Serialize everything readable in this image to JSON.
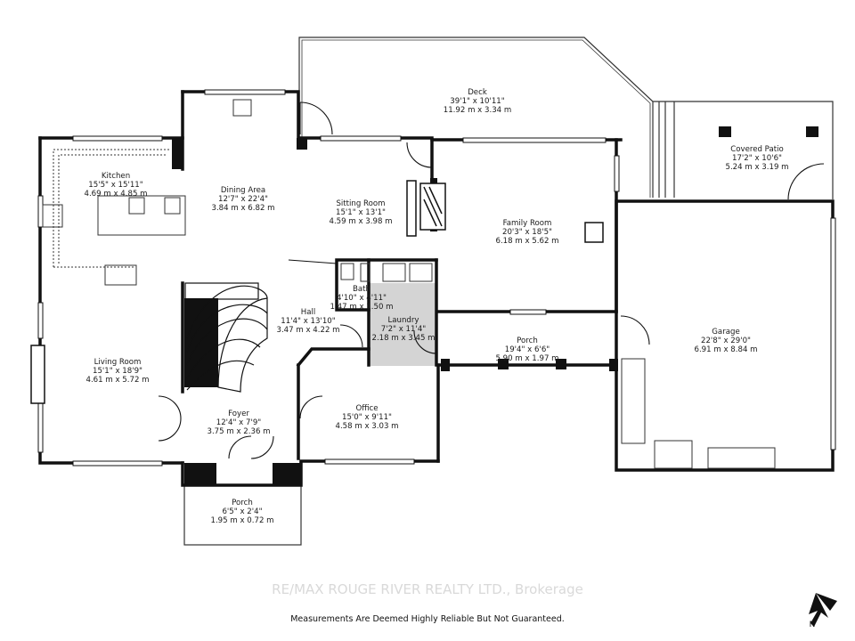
{
  "rooms": {
    "deck": {
      "name": "Deck",
      "imperial": "39'1\" x 10'11\"",
      "metric": "11.92 m x 3.34 m"
    },
    "covered_patio": {
      "name": "Covered Patio",
      "imperial": "17'2\" x 10'6\"",
      "metric": "5.24 m x 3.19 m"
    },
    "kitchen": {
      "name": "Kitchen",
      "imperial": "15'5\" x 15'11\"",
      "metric": "4.69 m x 4.85 m"
    },
    "dining_area": {
      "name": "Dining Area",
      "imperial": "12'7\" x 22'4\"",
      "metric": "3.84 m x 6.82 m"
    },
    "sitting_room": {
      "name": "Sitting Room",
      "imperial": "15'1\" x 13'1\"",
      "metric": "4.59 m x 3.98 m"
    },
    "family_room": {
      "name": "Family Room",
      "imperial": "20'3\" x 18'5\"",
      "metric": "6.18 m x 5.62 m"
    },
    "bath": {
      "name": "Bath",
      "imperial": "4'10\" x 4'11\"",
      "metric": "1.47 m x 1.50 m"
    },
    "hall": {
      "name": "Hall",
      "imperial": "11'4\" x 13'10\"",
      "metric": "3.47 m x 4.22 m"
    },
    "laundry": {
      "name": "Laundry",
      "imperial": "7'2\" x 11'4\"",
      "metric": "2.18 m x 3.45 m"
    },
    "garage": {
      "name": "Garage",
      "imperial": "22'8\" x 29'0\"",
      "metric": "6.91 m x 8.84 m"
    },
    "porch_rear": {
      "name": "Porch",
      "imperial": "19'4\" x 6'6\"",
      "metric": "5.90 m x 1.97 m"
    },
    "living_room": {
      "name": "Living Room",
      "imperial": "15'1\" x 18'9\"",
      "metric": "4.61 m x 5.72 m"
    },
    "foyer": {
      "name": "Foyer",
      "imperial": "12'4\" x 7'9\"",
      "metric": "3.75 m x 2.36 m"
    },
    "office": {
      "name": "Office",
      "imperial": "15'0\" x 9'11\"",
      "metric": "4.58 m x 3.03 m"
    },
    "porch_front": {
      "name": "Porch",
      "imperial": "6'5\" x 2'4\"",
      "metric": "1.95 m x 0.72 m"
    }
  },
  "watermark": "RE/MAX ROUGE RIVER REALTY LTD., Brokerage",
  "disclaimer": "Measurements Are Deemed Highly Reliable But Not Guaranteed.",
  "north_label": "N",
  "icons": {
    "north_arrow": "north-arrow-icon"
  },
  "colors": {
    "wall": "#111111",
    "laundry_fill": "#d4d4d4",
    "background": "#ffffff"
  }
}
